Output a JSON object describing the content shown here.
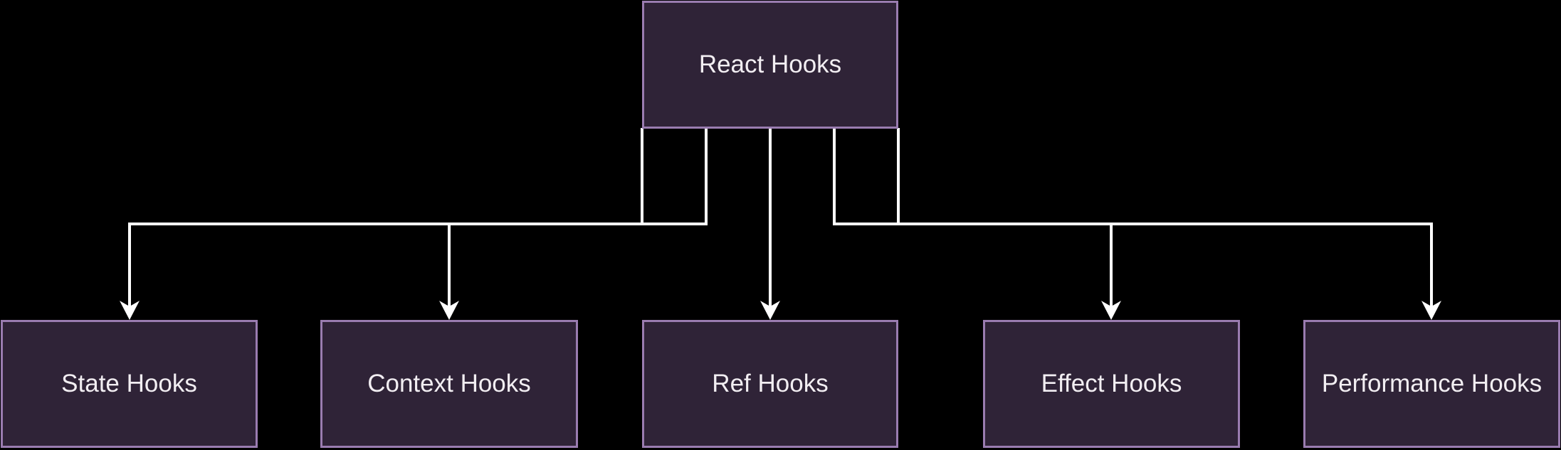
{
  "diagram": {
    "type": "flowchart",
    "direction": "top-down",
    "root": {
      "label": "React Hooks"
    },
    "children": [
      {
        "label": "State Hooks"
      },
      {
        "label": "Context Hooks"
      },
      {
        "label": "Ref Hooks"
      },
      {
        "label": "Effect Hooks"
      },
      {
        "label": "Performance Hooks"
      }
    ],
    "edges": [
      {
        "from": "React Hooks",
        "to": "State Hooks"
      },
      {
        "from": "React Hooks",
        "to": "Context Hooks"
      },
      {
        "from": "React Hooks",
        "to": "Ref Hooks"
      },
      {
        "from": "React Hooks",
        "to": "Effect Hooks"
      },
      {
        "from": "React Hooks",
        "to": "Performance Hooks"
      }
    ],
    "colors": {
      "background": "#000000",
      "node_fill": "#2f2337",
      "node_border": "#9a7cb0",
      "edge_line": "#ffffff",
      "label_text": "#f2eef2"
    }
  }
}
